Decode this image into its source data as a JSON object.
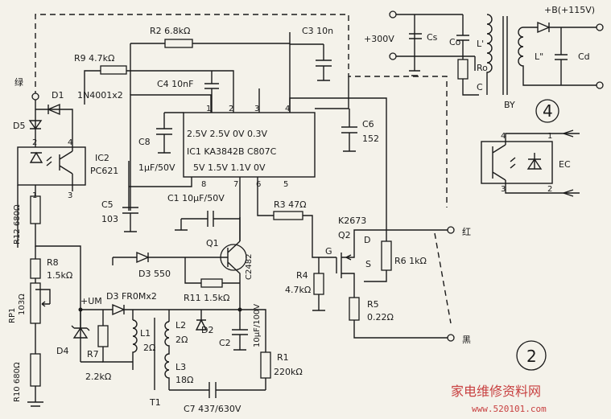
{
  "labels": {
    "r2": "R2  6.8kΩ",
    "c3": "C3  10n",
    "r9": "R9  4.7kΩ",
    "c4": "C4  10nF",
    "c6": "C6",
    "c6v": "152",
    "c8": "C8",
    "c8v": "1μF/50V",
    "c5": "C5",
    "c5v": "103",
    "c1": "C1  10μF/50V",
    "r3": "R3  47Ω",
    "k2673": "K2673",
    "q2": "Q2",
    "r4": "R4",
    "r4v": "4.7kΩ",
    "r6": "R6  1kΩ",
    "r5": "R5",
    "r5v": "0.22Ω",
    "q1": "Q1",
    "c2482": "C2482",
    "d3a": "D3  550",
    "r11": "R11  1.5kΩ",
    "d2": "D2",
    "c2": "C2",
    "c2v": "10μF/100V",
    "r1": "R1",
    "r1v": "220kΩ",
    "c7": "C7  437/630V",
    "t1": "T1",
    "d3b": "D3  FR0Mx2",
    "l1": "L1",
    "l1v": "2Ω",
    "l2": "L2",
    "l2v": "2Ω",
    "l3": "L3",
    "l3v": "18Ω",
    "r7": "R7",
    "r7v": "2.2kΩ",
    "d4": "D4",
    "um": "+UM",
    "r8": "R8",
    "r8v": "1.5kΩ",
    "rp1": "RP1",
    "rp1v": "103Ω",
    "r10": "R10  680Ω",
    "r12": "R12  680Ω",
    "d5": "D5",
    "d1": "D1",
    "d1v": "1N4001x2",
    "green": "绿",
    "ic2": "IC2",
    "ic2v": "PC621",
    "ic1": "IC1  KA3842B  C807C",
    "v300": "+300V",
    "cs": "Cs",
    "co": "Co",
    "lp": "L'",
    "ro": "Ro",
    "c": "C",
    "by": "BY",
    "lpp": "L\"",
    "cd": "Cd",
    "b115": "+B(+115V)",
    "ec": "EC",
    "red": "红",
    "black": "黑",
    "n4": "4",
    "n2": "2",
    "p1": "1",
    "p2": "2",
    "p3": "3",
    "p4": "4",
    "p5": "5",
    "p6": "6",
    "p7": "7",
    "p8": "8",
    "ic1r1": "2.5V  2.5V   0V    0.3V",
    "ic1r2": "5V     1.5V   1.1V   0V",
    "ic2p1": "1",
    "ic2p2": "2",
    "ic2p3": "3",
    "ic2p4": "4",
    "ec1": "1",
    "ec2": "2",
    "ec3": "3",
    "ec4": "4",
    "g": "G",
    "dd": "D",
    "ss": "S",
    "wm": "家电维修资料网",
    "wm2": "www.520101.com"
  }
}
